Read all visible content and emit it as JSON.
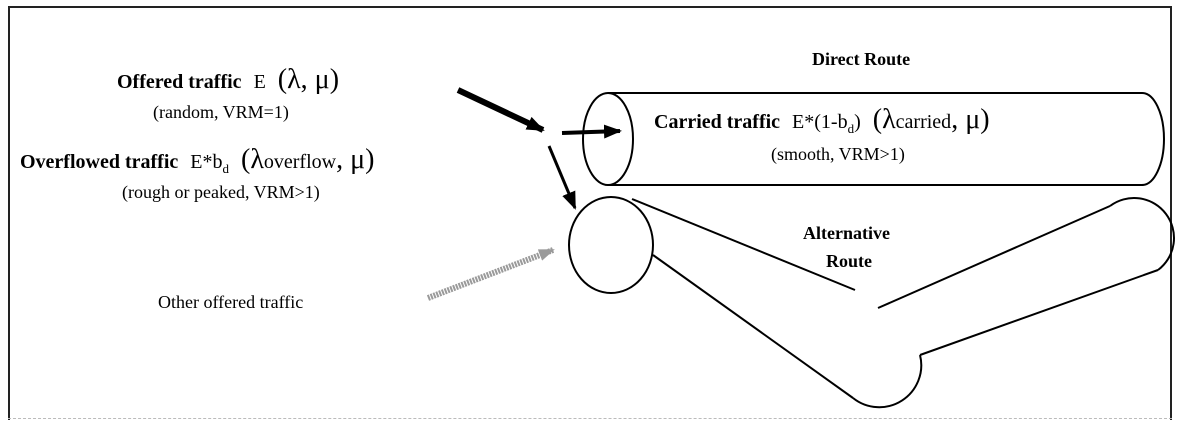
{
  "direct_route": {
    "title": "Direct Route"
  },
  "alternative_route": {
    "title_line1": "Alternative",
    "title_line2": "Route"
  },
  "offered": {
    "label": "Offered traffic",
    "symbol": "E",
    "params": "(λ, μ)",
    "desc": "(random, VRM=1)"
  },
  "carried": {
    "label": "Carried traffic",
    "expr": "E*(1-b",
    "expr_sub": "d",
    "expr_end": ")",
    "params_open": "(",
    "lambda": "λ",
    "lambda_sub": "carried",
    "params_close": ", μ)",
    "desc": "(smooth, VRM>1)"
  },
  "overflow": {
    "label": "Overflowed traffic",
    "expr": "E*b",
    "expr_sub": "d",
    "params_open": "(",
    "lambda": "λ",
    "lambda_sub": "overflow",
    "params_close": ", μ)",
    "desc": "(rough or peaked, VRM>1)"
  },
  "other": {
    "label": "Other offered traffic"
  },
  "colors": {
    "arrow": "#000000",
    "other_arrow": "#9a9a9a",
    "stroke": "#000000"
  }
}
